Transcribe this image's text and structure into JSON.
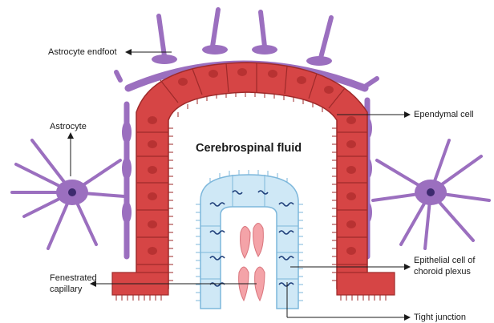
{
  "labels": {
    "title": "Cerebrospinal fluid",
    "astrocyte_endfoot": "Astrocyte endfoot",
    "astrocyte": "Astrocyte",
    "ependymal_cell": "Ependymal cell",
    "fenestrated_capillary_line1": "Fenestrated",
    "fenestrated_capillary_line2": "capillary",
    "epithelial_line1": "Epithelial cell of",
    "epithelial_line2": "choroid plexus",
    "tight_junction": "Tight junction"
  },
  "colors": {
    "ependymal": "#d64545",
    "ependymal_dark": "#9e2a2a",
    "ependymal_nucleus": "#b83232",
    "astrocyte": "#9b6fbf",
    "astrocyte_nucleus": "#3d2a6e",
    "choroid": "#cfe8f6",
    "choroid_edge": "#7db7db",
    "choroid_wave": "#1f3f7a",
    "capillary": "#f4a3a8",
    "capillary_edge": "#d9747c"
  }
}
